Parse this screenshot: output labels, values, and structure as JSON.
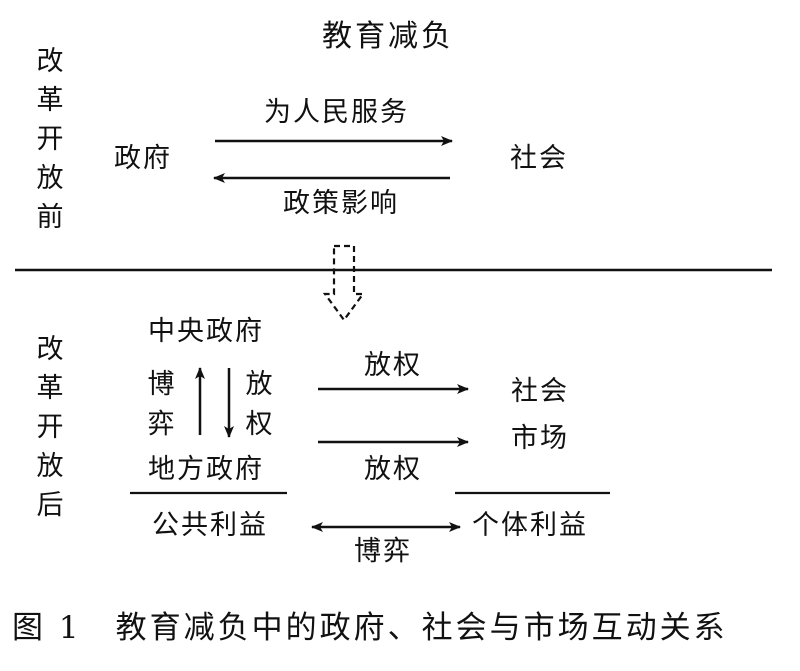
{
  "title": "教育减负",
  "before_label": "改\n革\n开\n放\n前",
  "after_label": "改\n革\n开\n放\n后",
  "before": {
    "government": "政府",
    "society": "社会",
    "arrow_top": "为人民服务",
    "arrow_bottom": "政策影响"
  },
  "after": {
    "central_gov": "中央政府",
    "local_gov": "地方政府",
    "game_vertical": "博\n弈",
    "delegate_vertical": "放\n权",
    "delegate_1": "放权",
    "delegate_2": "放权",
    "society": "社会",
    "market": "市场",
    "public_interest": "公共利益",
    "individual_interest": "个体利益",
    "game": "博弈"
  },
  "caption": "图 1　教育减负中的政府、社会与市场互动关系"
}
